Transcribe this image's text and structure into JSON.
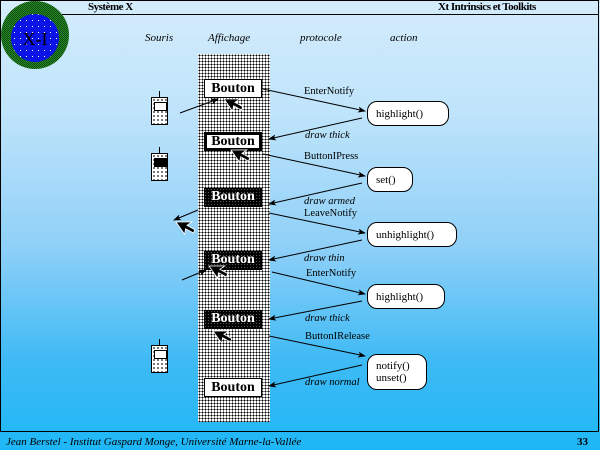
{
  "header": {
    "left_title": "Système X",
    "right_title": "Xt Intrinsics et Toolkits",
    "logo_text": "X-I"
  },
  "columns": {
    "mouse": "Souris",
    "display": "Affichage",
    "protocol": "protocole",
    "action": "action"
  },
  "buttons": [
    {
      "label": "Bouton",
      "state": "normal"
    },
    {
      "label": "Bouton",
      "state": "thick"
    },
    {
      "label": "Bouton",
      "state": "armed"
    },
    {
      "label": "Bouton",
      "state": "armed"
    },
    {
      "label": "Bouton",
      "state": "armed"
    },
    {
      "label": "Bouton",
      "state": "normal"
    }
  ],
  "events": [
    {
      "label": "EnterNotify"
    },
    {
      "label": "ButtonIPress"
    },
    {
      "label": "LeaveNotify"
    },
    {
      "label": "EnterNotify"
    },
    {
      "label": "ButtonIRelease"
    }
  ],
  "responses": [
    {
      "label": "draw thick"
    },
    {
      "label": "draw armed"
    },
    {
      "label": "draw thin"
    },
    {
      "label": "draw thick"
    },
    {
      "label": "draw normal"
    }
  ],
  "actions": [
    {
      "label": "highlight()"
    },
    {
      "label": "set()"
    },
    {
      "label": "unhighlight()"
    },
    {
      "label": "highlight()"
    },
    {
      "line1": "notify()",
      "line2": "unset()"
    }
  ],
  "footer": {
    "author": "Jean Berstel  -   Institut Gaspard Monge, Université Marne-la-Vallée",
    "page": "33"
  }
}
